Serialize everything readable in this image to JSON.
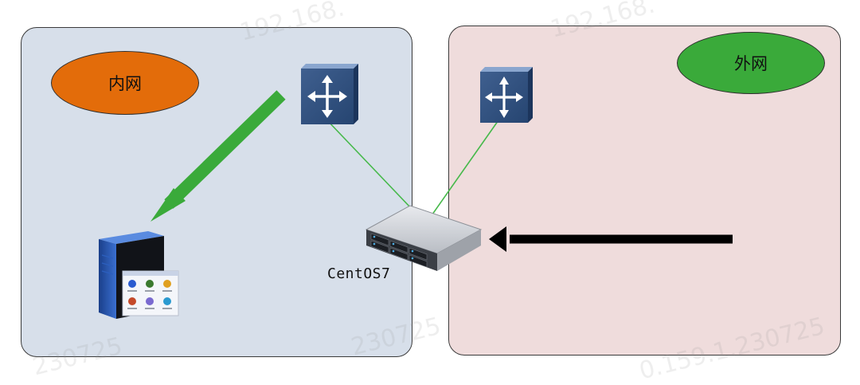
{
  "zones": {
    "inner": {
      "label": "内网",
      "bg": "#d7dfea",
      "label_color": "#e36c0a"
    },
    "outer": {
      "label": "外网",
      "bg": "#efdcdc",
      "label_color": "#3aaa3a"
    }
  },
  "server": {
    "label": "CentOS7"
  },
  "connection_color": "#46b94a",
  "arrows": {
    "into_lan": {
      "color": "#3aaa3a"
    },
    "from_wan": {
      "color": "#000000"
    }
  },
  "icons": {
    "router_inner": "router-icon",
    "router_outer": "router-icon",
    "server": "rack-server-icon",
    "pc": "desktop-pc-icon"
  },
  "watermarks": [
    "192.168.",
    "192.168.",
    "230725",
    "230725",
    "0.159.1.230725"
  ]
}
